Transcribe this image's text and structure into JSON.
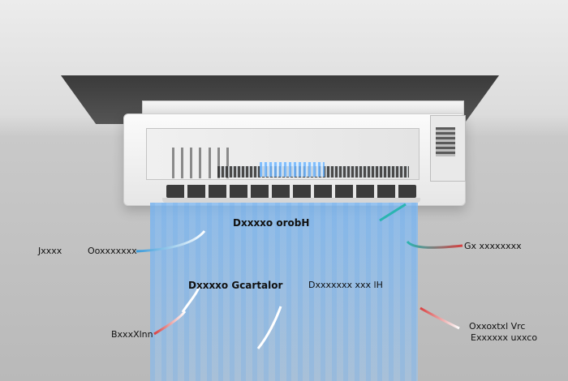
{
  "labels": {
    "top_center": "Dxxxxo orobH",
    "left_outer": "Jxxxx",
    "left_inner": "Ooxxxxxxx",
    "right_upper": "Gx xxxxxxxx",
    "mid_left": "Dxxxxo Gcartalor",
    "mid_right": "Dxxxxxxx xxx lH",
    "bottom_left": "BxxxXlnn",
    "bottom_right_1": "Oxxoxtxl Vrc",
    "bottom_right_2": "Exxxxxx uxxco"
  },
  "colors": {
    "airflow": "#8fc4f2",
    "arrow_blue": "#3a9ad9",
    "arrow_red": "#d84040",
    "arrow_teal": "#2ab5b0"
  }
}
